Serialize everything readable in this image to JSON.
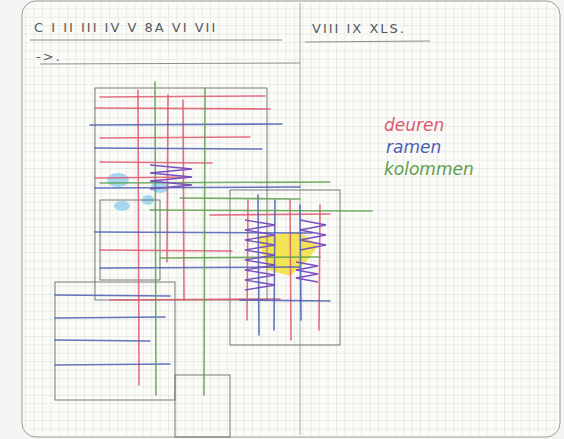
{
  "diagram": {
    "labels": [
      "C I II III IV V 8A VI VII",
      "VIII IX XLS.",
      "->."
    ],
    "legend": [
      {
        "text": "deuren",
        "color": "#e0586e"
      },
      {
        "text": "ramen",
        "color": "#4a5db5"
      },
      {
        "text": "kolommen",
        "color": "#5f9e4e"
      }
    ]
  }
}
